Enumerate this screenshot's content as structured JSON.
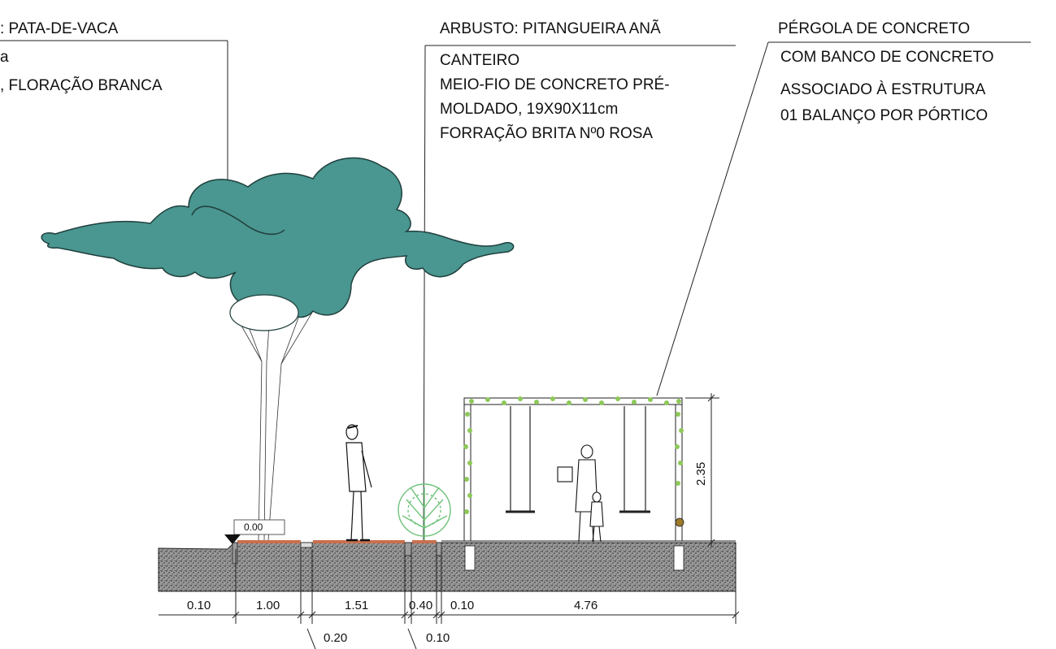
{
  "labels": {
    "tree_title": ": PATA-DE-VACA",
    "tree_line2": "a",
    "tree_line3": ", FLORAÇÃO BRANCA",
    "shrub_title": "ARBUSTO: PITANGUEIRA ANÃ",
    "bed_line1": "CANTEIRO",
    "bed_line2": "MEIO-FIO DE CONCRETO PRÉ-",
    "bed_line3": "MOLDADO, 19X90X11cm",
    "bed_line4": "FORRAÇÃO BRITA Nº0 ROSA",
    "pergola_line1": "PÉRGOLA DE CONCRETO",
    "pergola_line2": "COM BANCO DE CONCRETO",
    "pergola_line3": "ASSOCIADO À ESTRUTURA",
    "pergola_line4": "01 BALANÇO POR PÓRTICO"
  },
  "dimensions": {
    "d1": "0.10",
    "d2": "1.00",
    "d3": "1.51",
    "d4": "0.40",
    "d5": "0.10",
    "d6": "4.76",
    "d7": "0.20",
    "d8": "0.10",
    "height": "2.35",
    "level": "0.00"
  },
  "colors": {
    "canopy": "#4a9690",
    "canopy_stroke": "#1f3f3c",
    "vine": "#8ec95a",
    "gravel": "#c9704e",
    "soil": "#7d7d7d",
    "shrub": "#6fc27a"
  }
}
